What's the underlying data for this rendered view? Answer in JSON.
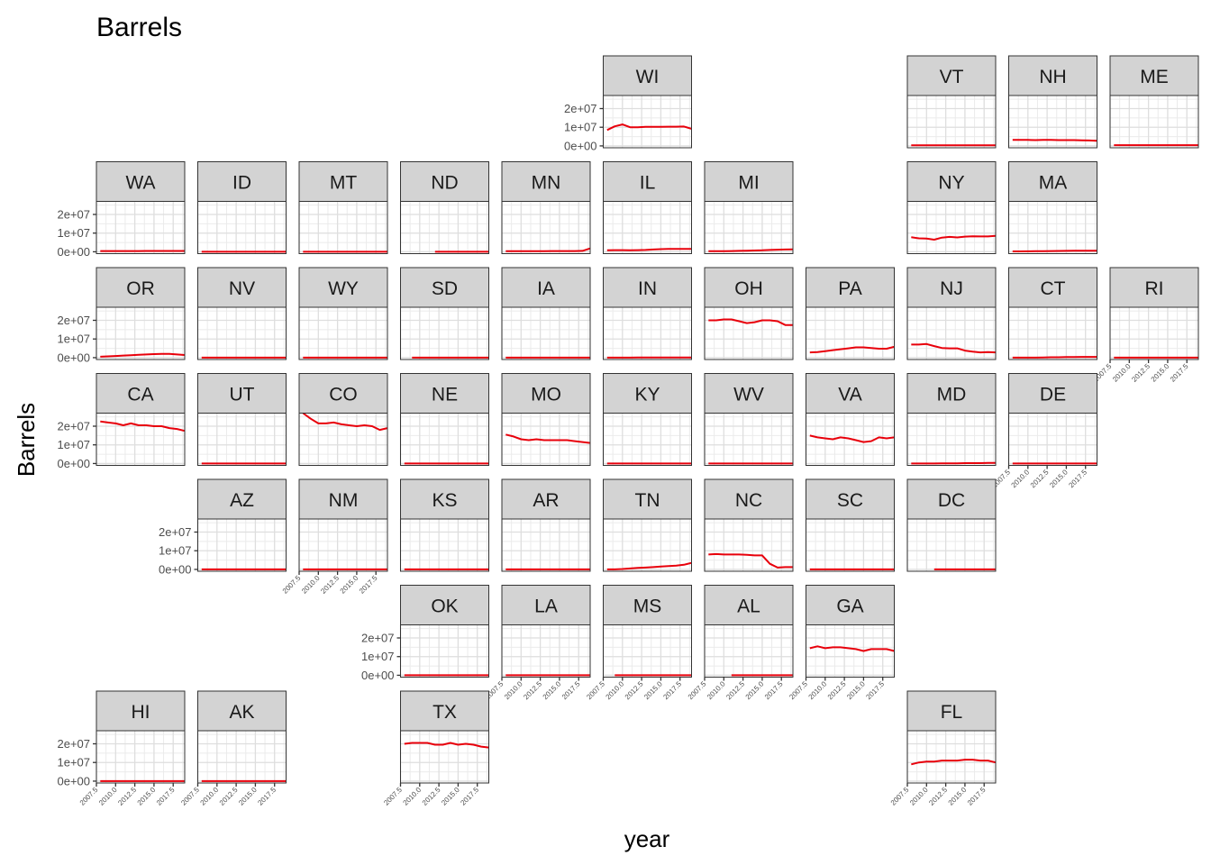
{
  "title": "Barrels",
  "xlabel": "year",
  "ylabel": "Barrels",
  "line_color": "#e8000b",
  "chart_data": {
    "type": "line",
    "title": "Barrels",
    "xlabel": "year",
    "ylabel": "Barrels",
    "facet_layout": "geo-grid",
    "x": [
      2008,
      2009,
      2010,
      2011,
      2012,
      2013,
      2014,
      2015,
      2016,
      2017,
      2018,
      2019
    ],
    "xlim": [
      2007.5,
      2019.0
    ],
    "ylim": [
      -1000000,
      27000000
    ],
    "x_tick_values": [
      2007.5,
      2010.0,
      2012.5,
      2015.0,
      2017.5
    ],
    "x_tick_labels": [
      "2007.5",
      "2010.0",
      "2012.5",
      "2015.0",
      "2017.5"
    ],
    "y_tick_values": [
      0,
      10000000,
      20000000
    ],
    "y_tick_labels": [
      "0e+00",
      "1e+07",
      "2e+07"
    ],
    "grid": true,
    "panels": [
      {
        "state": "WI",
        "row": 0,
        "col": 5,
        "show_y_axis": true,
        "show_x_axis": false,
        "values": [
          8500000,
          10500000,
          11500000,
          10000000,
          10000000,
          10200000,
          10200000,
          10200000,
          10300000,
          10300000,
          10400000,
          9200000
        ]
      },
      {
        "state": "VT",
        "row": 0,
        "col": 8,
        "show_y_axis": false,
        "show_x_axis": false,
        "values": [
          300000,
          300000,
          320000,
          320000,
          330000,
          330000,
          330000,
          320000,
          320000,
          310000,
          300000,
          300000
        ]
      },
      {
        "state": "NH",
        "row": 0,
        "col": 9,
        "show_y_axis": false,
        "show_x_axis": false,
        "values": [
          3200000,
          3200000,
          3200000,
          3100000,
          3200000,
          3200000,
          3100000,
          3100000,
          3100000,
          3000000,
          2900000,
          2700000
        ]
      },
      {
        "state": "ME",
        "row": 0,
        "col": 10,
        "show_y_axis": false,
        "show_x_axis": false,
        "values": [
          400000,
          400000,
          400000,
          400000,
          400000,
          400000,
          400000,
          400000,
          400000,
          400000,
          400000,
          400000
        ]
      },
      {
        "state": "WA",
        "row": 1,
        "col": 0,
        "show_y_axis": true,
        "show_x_axis": false,
        "values": [
          400000,
          400000,
          400000,
          400000,
          400000,
          400000,
          450000,
          450000,
          450000,
          450000,
          450000,
          450000
        ]
      },
      {
        "state": "ID",
        "row": 1,
        "col": 1,
        "show_y_axis": false,
        "show_x_axis": false,
        "values": [
          0,
          0,
          0,
          0,
          0,
          0,
          0,
          0,
          0,
          0,
          0,
          0
        ]
      },
      {
        "state": "MT",
        "row": 1,
        "col": 2,
        "show_y_axis": false,
        "show_x_axis": false,
        "values": [
          0,
          0,
          0,
          0,
          0,
          0,
          0,
          0,
          0,
          0,
          0,
          0
        ]
      },
      {
        "state": "ND",
        "row": 1,
        "col": 3,
        "show_y_axis": false,
        "show_x_axis": false,
        "values": [
          null,
          null,
          null,
          null,
          0,
          0,
          0,
          0,
          0,
          0,
          0,
          0
        ]
      },
      {
        "state": "MN",
        "row": 1,
        "col": 4,
        "show_y_axis": false,
        "show_x_axis": false,
        "values": [
          300000,
          300000,
          300000,
          300000,
          350000,
          350000,
          400000,
          400000,
          400000,
          400000,
          500000,
          1800000
        ]
      },
      {
        "state": "IL",
        "row": 1,
        "col": 5,
        "show_y_axis": false,
        "show_x_axis": false,
        "values": [
          800000,
          900000,
          900000,
          800000,
          900000,
          1000000,
          1200000,
          1400000,
          1500000,
          1500000,
          1500000,
          1500000
        ]
      },
      {
        "state": "MI",
        "row": 1,
        "col": 6,
        "show_y_axis": false,
        "show_x_axis": false,
        "values": [
          300000,
          300000,
          350000,
          400000,
          500000,
          600000,
          700000,
          800000,
          1000000,
          1100000,
          1200000,
          1300000
        ]
      },
      {
        "state": "NY",
        "row": 1,
        "col": 8,
        "show_y_axis": false,
        "show_x_axis": false,
        "values": [
          7800000,
          7200000,
          7100000,
          6500000,
          7600000,
          8000000,
          7700000,
          8100000,
          8300000,
          8200000,
          8200000,
          8500000
        ]
      },
      {
        "state": "MA",
        "row": 1,
        "col": 9,
        "show_y_axis": false,
        "show_x_axis": false,
        "values": [
          200000,
          200000,
          250000,
          300000,
          350000,
          400000,
          450000,
          500000,
          550000,
          600000,
          600000,
          600000
        ]
      },
      {
        "state": "OR",
        "row": 2,
        "col": 0,
        "show_y_axis": true,
        "show_x_axis": false,
        "values": [
          500000,
          700000,
          900000,
          1100000,
          1300000,
          1500000,
          1700000,
          1900000,
          2000000,
          2000000,
          1700000,
          1400000
        ]
      },
      {
        "state": "NV",
        "row": 2,
        "col": 1,
        "show_y_axis": false,
        "show_x_axis": false,
        "values": [
          0,
          0,
          0,
          0,
          0,
          0,
          0,
          0,
          0,
          0,
          0,
          0
        ]
      },
      {
        "state": "WY",
        "row": 2,
        "col": 2,
        "show_y_axis": false,
        "show_x_axis": false,
        "values": [
          0,
          0,
          0,
          0,
          0,
          0,
          0,
          0,
          0,
          0,
          0,
          0
        ]
      },
      {
        "state": "SD",
        "row": 2,
        "col": 3,
        "show_y_axis": false,
        "show_x_axis": false,
        "values": [
          null,
          0,
          0,
          0,
          0,
          0,
          0,
          0,
          0,
          0,
          0,
          0
        ]
      },
      {
        "state": "IA",
        "row": 2,
        "col": 4,
        "show_y_axis": false,
        "show_x_axis": false,
        "values": [
          0,
          0,
          0,
          0,
          0,
          0,
          0,
          0,
          0,
          0,
          0,
          0
        ]
      },
      {
        "state": "IN",
        "row": 2,
        "col": 5,
        "show_y_axis": false,
        "show_x_axis": false,
        "values": [
          0,
          0,
          0,
          0,
          100000,
          100000,
          100000,
          100000,
          100000,
          100000,
          100000,
          100000
        ]
      },
      {
        "state": "OH",
        "row": 2,
        "col": 6,
        "show_y_axis": false,
        "show_x_axis": false,
        "values": [
          20000000,
          20000000,
          20500000,
          20500000,
          19500000,
          18500000,
          19000000,
          20000000,
          20000000,
          19500000,
          17500000,
          17500000
        ]
      },
      {
        "state": "PA",
        "row": 2,
        "col": 7,
        "show_y_axis": false,
        "show_x_axis": false,
        "values": [
          2800000,
          3000000,
          3500000,
          4000000,
          4500000,
          5000000,
          5500000,
          5500000,
          5200000,
          4800000,
          4800000,
          5800000
        ]
      },
      {
        "state": "NJ",
        "row": 2,
        "col": 8,
        "show_y_axis": false,
        "show_x_axis": false,
        "values": [
          7000000,
          7000000,
          7300000,
          6200000,
          5200000,
          5000000,
          5000000,
          3800000,
          3200000,
          2800000,
          3000000,
          2800000
        ]
      },
      {
        "state": "CT",
        "row": 2,
        "col": 9,
        "show_y_axis": false,
        "show_x_axis": false,
        "values": [
          0,
          0,
          0,
          0,
          100000,
          200000,
          200000,
          300000,
          300000,
          400000,
          400000,
          400000
        ]
      },
      {
        "state": "RI",
        "row": 2,
        "col": 10,
        "show_y_axis": false,
        "show_x_axis": true,
        "values": [
          0,
          0,
          0,
          0,
          0,
          0,
          0,
          0,
          0,
          0,
          0,
          0
        ]
      },
      {
        "state": "CA",
        "row": 3,
        "col": 0,
        "show_y_axis": true,
        "show_x_axis": false,
        "values": [
          22500000,
          22000000,
          21500000,
          20500000,
          21500000,
          20500000,
          20500000,
          20000000,
          20000000,
          19000000,
          18500000,
          17500000
        ]
      },
      {
        "state": "UT",
        "row": 3,
        "col": 1,
        "show_y_axis": false,
        "show_x_axis": false,
        "values": [
          0,
          0,
          0,
          0,
          0,
          0,
          0,
          0,
          0,
          0,
          0,
          0
        ]
      },
      {
        "state": "CO",
        "row": 3,
        "col": 2,
        "show_y_axis": false,
        "show_x_axis": false,
        "values": [
          27000000,
          24000000,
          21500000,
          21500000,
          22000000,
          21000000,
          20500000,
          20000000,
          20500000,
          20000000,
          18000000,
          19000000
        ]
      },
      {
        "state": "NE",
        "row": 3,
        "col": 3,
        "show_y_axis": false,
        "show_x_axis": false,
        "values": [
          0,
          0,
          0,
          0,
          0,
          0,
          0,
          0,
          0,
          0,
          0,
          0
        ]
      },
      {
        "state": "MO",
        "row": 3,
        "col": 4,
        "show_y_axis": false,
        "show_x_axis": false,
        "values": [
          15500000,
          14500000,
          13000000,
          12500000,
          13000000,
          12500000,
          12500000,
          12500000,
          12500000,
          12000000,
          11500000,
          11000000
        ]
      },
      {
        "state": "KY",
        "row": 3,
        "col": 5,
        "show_y_axis": false,
        "show_x_axis": false,
        "values": [
          0,
          0,
          0,
          0,
          0,
          0,
          0,
          0,
          0,
          0,
          0,
          0
        ]
      },
      {
        "state": "WV",
        "row": 3,
        "col": 6,
        "show_y_axis": false,
        "show_x_axis": false,
        "values": [
          0,
          0,
          0,
          0,
          0,
          0,
          0,
          0,
          0,
          0,
          0,
          0
        ]
      },
      {
        "state": "VA",
        "row": 3,
        "col": 7,
        "show_y_axis": false,
        "show_x_axis": false,
        "values": [
          15000000,
          14000000,
          13500000,
          13000000,
          14000000,
          13500000,
          12500000,
          11500000,
          12000000,
          14000000,
          13500000,
          14000000
        ]
      },
      {
        "state": "MD",
        "row": 3,
        "col": 8,
        "show_y_axis": false,
        "show_x_axis": false,
        "values": [
          0,
          0,
          0,
          0,
          100000,
          100000,
          100000,
          200000,
          200000,
          200000,
          300000,
          300000
        ]
      },
      {
        "state": "DE",
        "row": 3,
        "col": 9,
        "show_y_axis": false,
        "show_x_axis": true,
        "values": [
          0,
          0,
          0,
          0,
          0,
          0,
          0,
          0,
          0,
          0,
          0,
          0
        ]
      },
      {
        "state": "AZ",
        "row": 4,
        "col": 1,
        "show_y_axis": true,
        "show_x_axis": false,
        "values": [
          0,
          0,
          0,
          0,
          0,
          0,
          0,
          0,
          0,
          0,
          0,
          0
        ]
      },
      {
        "state": "NM",
        "row": 4,
        "col": 2,
        "show_y_axis": false,
        "show_x_axis": true,
        "values": [
          0,
          0,
          0,
          0,
          0,
          0,
          0,
          0,
          0,
          0,
          0,
          0
        ]
      },
      {
        "state": "KS",
        "row": 4,
        "col": 3,
        "show_y_axis": false,
        "show_x_axis": false,
        "values": [
          0,
          0,
          0,
          0,
          0,
          0,
          0,
          0,
          0,
          0,
          0,
          0
        ]
      },
      {
        "state": "AR",
        "row": 4,
        "col": 4,
        "show_y_axis": false,
        "show_x_axis": false,
        "values": [
          0,
          0,
          0,
          0,
          0,
          0,
          0,
          0,
          0,
          0,
          0,
          0
        ]
      },
      {
        "state": "TN",
        "row": 4,
        "col": 5,
        "show_y_axis": false,
        "show_x_axis": false,
        "values": [
          0,
          0,
          200000,
          500000,
          800000,
          1000000,
          1200000,
          1500000,
          1800000,
          2000000,
          2500000,
          3500000
        ]
      },
      {
        "state": "NC",
        "row": 4,
        "col": 6,
        "show_y_axis": false,
        "show_x_axis": false,
        "values": [
          8000000,
          8200000,
          8000000,
          8000000,
          8000000,
          7800000,
          7500000,
          7500000,
          3000000,
          1000000,
          1200000,
          1200000
        ]
      },
      {
        "state": "SC",
        "row": 4,
        "col": 7,
        "show_y_axis": false,
        "show_x_axis": false,
        "values": [
          0,
          0,
          0,
          0,
          0,
          0,
          0,
          0,
          0,
          0,
          0,
          0
        ]
      },
      {
        "state": "DC",
        "row": 4,
        "col": 8,
        "show_y_axis": false,
        "show_x_axis": false,
        "values": [
          null,
          null,
          null,
          0,
          0,
          0,
          0,
          0,
          0,
          0,
          0,
          0
        ]
      },
      {
        "state": "OK",
        "row": 5,
        "col": 3,
        "show_y_axis": true,
        "show_x_axis": false,
        "values": [
          0,
          0,
          0,
          0,
          0,
          0,
          0,
          0,
          0,
          0,
          0,
          0
        ]
      },
      {
        "state": "LA",
        "row": 5,
        "col": 4,
        "show_y_axis": false,
        "show_x_axis": true,
        "values": [
          0,
          0,
          0,
          0,
          0,
          0,
          0,
          0,
          0,
          0,
          0,
          0
        ]
      },
      {
        "state": "MS",
        "row": 5,
        "col": 5,
        "show_y_axis": false,
        "show_x_axis": true,
        "values": [
          null,
          0,
          0,
          0,
          0,
          0,
          0,
          0,
          0,
          0,
          0,
          0
        ]
      },
      {
        "state": "AL",
        "row": 5,
        "col": 6,
        "show_y_axis": false,
        "show_x_axis": true,
        "values": [
          null,
          null,
          null,
          0,
          0,
          0,
          0,
          0,
          0,
          0,
          0,
          0
        ]
      },
      {
        "state": "GA",
        "row": 5,
        "col": 7,
        "show_y_axis": false,
        "show_x_axis": true,
        "values": [
          14500000,
          15500000,
          14500000,
          15000000,
          15000000,
          14500000,
          14000000,
          13000000,
          14000000,
          14000000,
          14000000,
          13000000
        ]
      },
      {
        "state": "HI",
        "row": 6,
        "col": 0,
        "show_y_axis": true,
        "show_x_axis": true,
        "values": [
          0,
          0,
          0,
          0,
          0,
          0,
          0,
          0,
          0,
          0,
          0,
          0
        ]
      },
      {
        "state": "AK",
        "row": 6,
        "col": 1,
        "show_y_axis": false,
        "show_x_axis": true,
        "values": [
          0,
          0,
          0,
          0,
          0,
          0,
          0,
          0,
          0,
          0,
          0,
          0
        ]
      },
      {
        "state": "TX",
        "row": 6,
        "col": 3,
        "show_y_axis": false,
        "show_x_axis": true,
        "values": [
          20000000,
          20500000,
          20500000,
          20500000,
          19500000,
          19500000,
          20500000,
          19500000,
          20000000,
          19500000,
          18500000,
          18000000
        ]
      },
      {
        "state": "FL",
        "row": 6,
        "col": 8,
        "show_y_axis": false,
        "show_x_axis": true,
        "values": [
          9000000,
          10000000,
          10500000,
          10500000,
          11000000,
          11000000,
          11000000,
          11500000,
          11500000,
          11000000,
          11000000,
          10000000
        ]
      }
    ]
  }
}
